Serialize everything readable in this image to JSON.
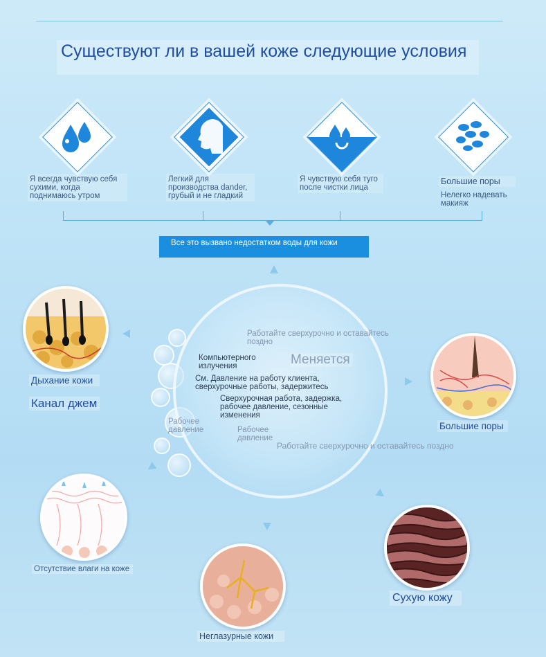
{
  "title": "Существуют ли в вашей коже следующие условия",
  "conditions": [
    {
      "icon": "water-drops-icon",
      "text": "Я всегда чувствую себя сухими, когда поднимаюсь утром"
    },
    {
      "icon": "face-profile-icon",
      "text": "Легкий для производства dander, грубый и не гладкий"
    },
    {
      "icon": "drop-bowl-icon",
      "text": "Я чувствую себя туго после чистки лица"
    },
    {
      "icon": "pores-icon",
      "text_a": "Большие поры",
      "text_b": "Нелегко надевать макияж"
    }
  ],
  "banner": "Все это вызвано недостатком воды для кожи",
  "center": {
    "top_grey": "Работайте сверхурочно и оставайтесь поздно",
    "computer": "Компьютерного излучения",
    "big": "Меняется",
    "pressure_work": "См. Давление на работу клиента, сверхурочные работы, задержитесь",
    "overtime": "Сверхурочная работа, задержка, рабочее давление, сезонные изменения",
    "work_pressure_1": "Рабочее давление",
    "work_pressure_2": "Рабочее давление",
    "bottom_grey": "Работайте сверхурочно и оставайтесь поздно"
  },
  "outcomes": {
    "breathing": "Дыхание кожи",
    "channel": "Канал джем",
    "big_pores": "Большие поры",
    "no_moisture": "Отсутствие влаги на коже",
    "unglazed": "Неглазурные кожи",
    "dry_skin": "Сухую кожу"
  },
  "colors": {
    "accent": "#1b8fdf",
    "title": "#1f4ea3",
    "background": "#bfe3f7"
  }
}
